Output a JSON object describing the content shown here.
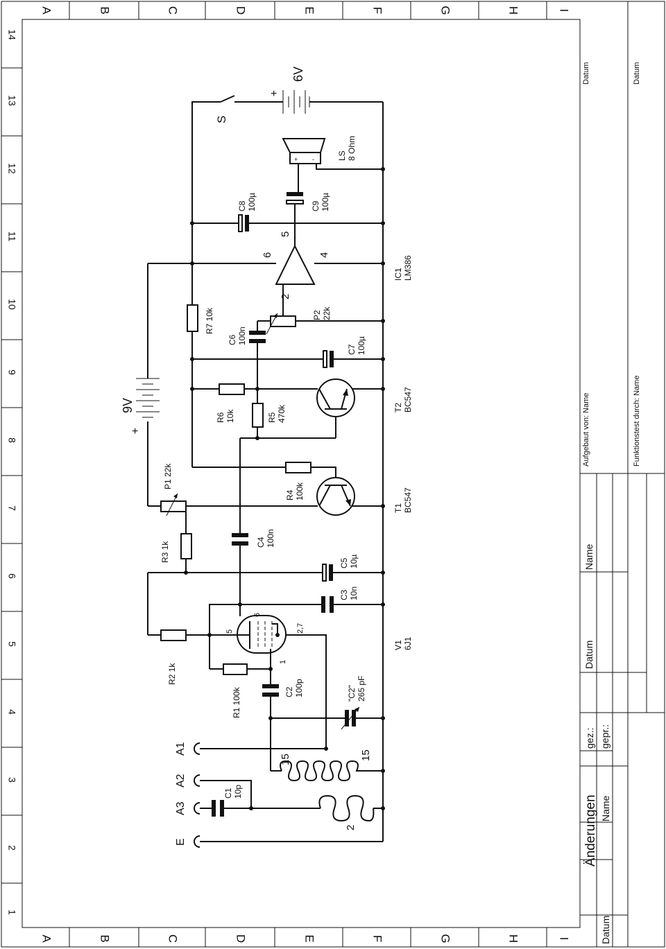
{
  "frame": {
    "cols": [
      "A",
      "B",
      "C",
      "D",
      "E",
      "F",
      "G",
      "H",
      "I"
    ],
    "rows": [
      "14",
      "13",
      "12",
      "11",
      "10",
      "9",
      "8",
      "7",
      "6",
      "5",
      "4",
      "3",
      "2",
      "1"
    ]
  },
  "title_block": {
    "aenderungen": "Änderungen",
    "datum": "Datum",
    "name": "Name",
    "gez": "gez.:",
    "gepr": "gepr.:",
    "aufgebaut": "Aufgebaut von: Name",
    "funktionstest": "Funktionstest durch: Name"
  },
  "components": {
    "batt6": {
      "value": "6V",
      "plus": "+"
    },
    "switch": {
      "ref": "S"
    },
    "ls": {
      "ref": "LS",
      "value": "8 Ohm",
      "plus": "+",
      "minus": "-"
    },
    "c8": {
      "ref": "C8",
      "value": "100µ"
    },
    "c9": {
      "ref": "C9",
      "value": "100µ"
    },
    "ic1": {
      "ref": "IC1",
      "value": "LM386",
      "pin6": "6",
      "pin5": "5",
      "pin4": "4",
      "pin2": "2"
    },
    "r7": {
      "label": "R7 10k"
    },
    "c6": {
      "ref": "C6",
      "value": "100n"
    },
    "p2": {
      "ref": "P2",
      "value": "22k"
    },
    "c7": {
      "ref": "C7",
      "value": "100µ"
    },
    "batt9": {
      "value": "9V",
      "plus": "+"
    },
    "r6": {
      "ref": "R6",
      "value": "10k"
    },
    "r5": {
      "ref": "R5",
      "value": "470k"
    },
    "t2": {
      "ref": "T2",
      "value": "BC547"
    },
    "p1": {
      "label": "P1 22k"
    },
    "r4": {
      "ref": "R4",
      "value": "100k"
    },
    "t1": {
      "ref": "T1",
      "value": "BC547"
    },
    "r3": {
      "label": "R3 1k"
    },
    "c4": {
      "ref": "C4",
      "value": "100n"
    },
    "c5": {
      "ref": "C5",
      "value": "10µ"
    },
    "c3": {
      "ref": "C3",
      "value": "10n"
    },
    "v1": {
      "ref": "V1",
      "value": "6J1",
      "pin5": "5",
      "pin6": "6",
      "pin27": "2,7",
      "pin1": "1"
    },
    "r2": {
      "label": "R2 1k"
    },
    "r1": {
      "label": "R1 100k"
    },
    "c2": {
      "ref": "C2",
      "value": "100p"
    },
    "c2var": {
      "ref": "\"C2\"",
      "value": "265 pF"
    },
    "c1": {
      "ref": "C1",
      "value": "10p"
    },
    "coil": {
      "turns_a": "15",
      "turns_b": "15",
      "turns_c": "2"
    },
    "antenna": {
      "a1": "A1",
      "a2": "A2",
      "a3": "A3",
      "e": "E"
    }
  }
}
